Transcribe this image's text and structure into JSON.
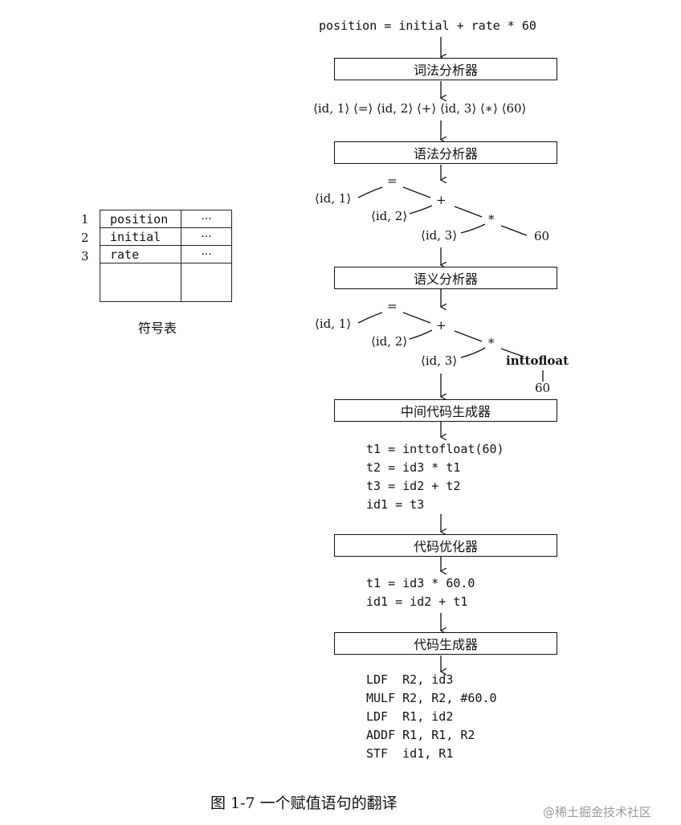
{
  "source_statement": "position = initial + rate * 60",
  "phases": {
    "lexer": "词法分析器",
    "parser": "语法分析器",
    "semantic": "语义分析器",
    "icg": "中间代码生成器",
    "optimizer": "代码优化器",
    "codegen": "代码生成器"
  },
  "token_stream": "⟨id, 1⟩ ⟨=⟩ ⟨id, 2⟩ ⟨+⟩ ⟨id, 3⟩ ⟨∗⟩ ⟨60⟩",
  "tree1": {
    "assign": "=",
    "plus": "+",
    "times": "*",
    "id1": "⟨id, 1⟩",
    "id2": "⟨id, 2⟩",
    "id3": "⟨id, 3⟩",
    "num": "60"
  },
  "tree2": {
    "assign": "=",
    "plus": "+",
    "times": "*",
    "id1": "⟨id, 1⟩",
    "id2": "⟨id, 2⟩",
    "id3": "⟨id, 3⟩",
    "conv": "inttofloat",
    "num": "60"
  },
  "intermediate_code": [
    "t1 = inttofloat(60)",
    "t2 = id3 * t1",
    "t3 = id2 + t2",
    "id1 = t3"
  ],
  "optimized_code": [
    "t1 = id3 * 60.0",
    "id1 = id2 + t1"
  ],
  "target_code": [
    "LDF  R2, id3",
    "MULF R2, R2, #60.0",
    "LDF  R1, id2",
    "ADDF R1, R1, R2",
    "STF  id1, R1"
  ],
  "symbol_table": {
    "rows": [
      {
        "num": "1",
        "name": "position",
        "attr": "···"
      },
      {
        "num": "2",
        "name": "initial",
        "attr": "···"
      },
      {
        "num": "3",
        "name": "rate",
        "attr": "···"
      }
    ],
    "label": "符号表"
  },
  "caption": "图 1-7    一个赋值语句的翻译",
  "watermark": "@稀土掘金技术社区"
}
